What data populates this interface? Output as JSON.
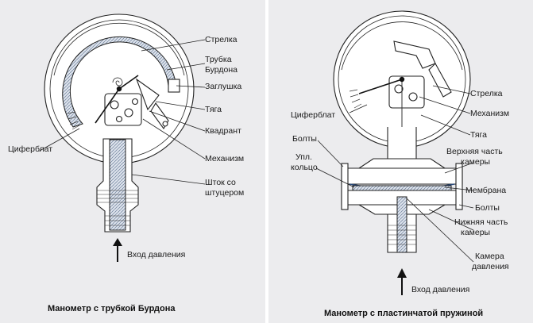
{
  "left": {
    "labels": {
      "pointer": "Стрелка",
      "tube_line1": "Трубка",
      "tube_line2": "Бурдона",
      "plug": "Заглушка",
      "rod": "Тяга",
      "dial": "Циферблат",
      "quadrant": "Квадрант",
      "mechanism": "Механизм",
      "stem_line1": "Шток со",
      "stem_line2": "штуцером",
      "pressure_in": "Вход давления"
    },
    "caption": "Манометр с трубкой Бурдона"
  },
  "right": {
    "labels": {
      "pointer": "Стрелка",
      "mechanism": "Механизм",
      "dial": "Циферблат",
      "rod": "Тяга",
      "bolts_top": "Болты",
      "upper_chamber_line1": "Верхняя часть",
      "upper_chamber_line2": "камеры",
      "seal_line1": "Упл.",
      "seal_line2": "кольцо",
      "membrane": "Мембрана",
      "bolts_bottom": "Болты",
      "lower_chamber_line1": "Нижняя часть",
      "lower_chamber_line2": "камеры",
      "chamber_line1": "Камера",
      "chamber_line2": "давления",
      "pressure_in": "Вход давления"
    },
    "caption": "Манометр с пластинчатой пружиной"
  }
}
